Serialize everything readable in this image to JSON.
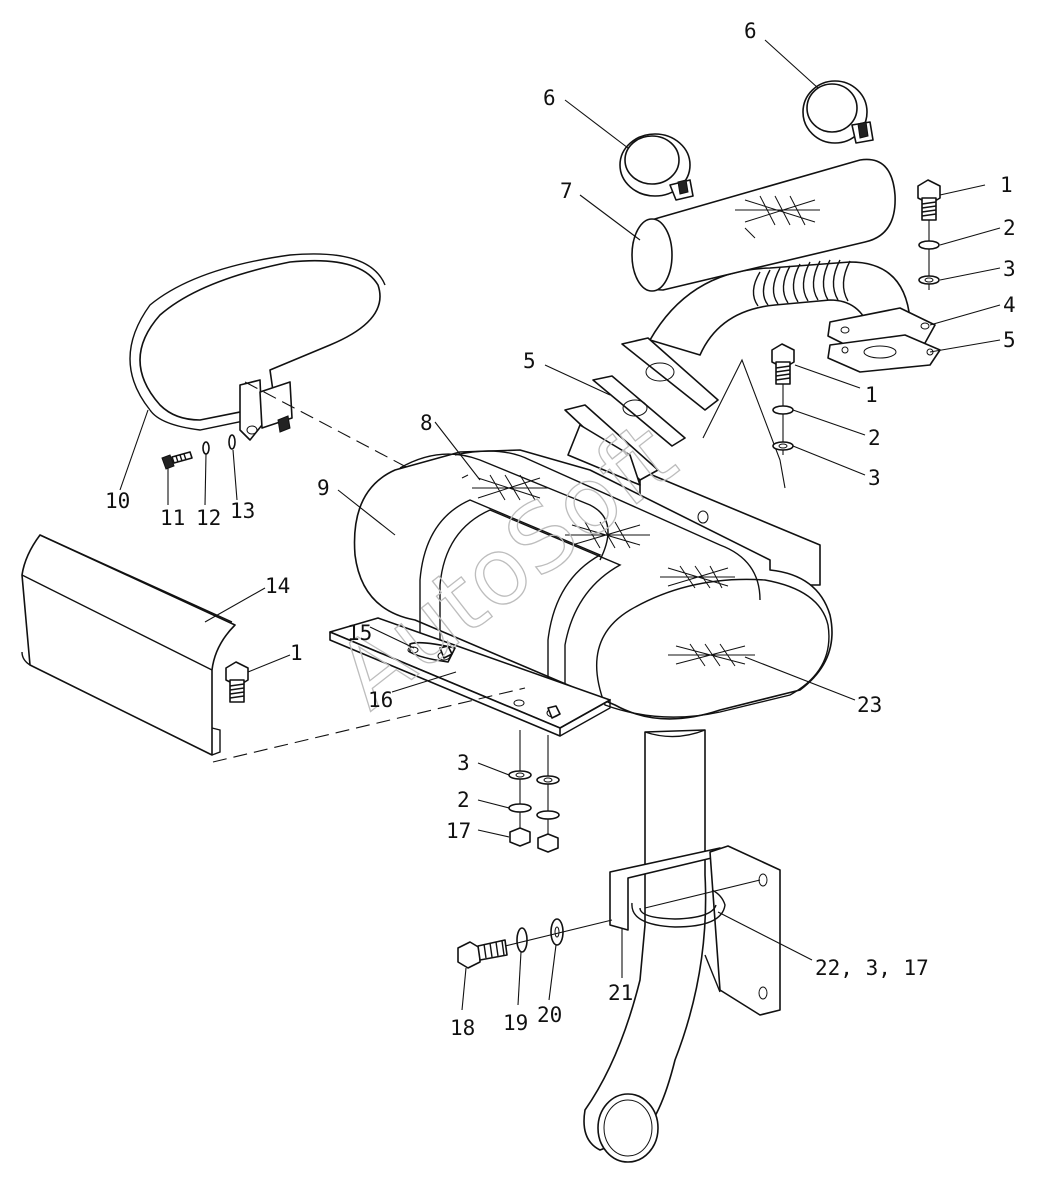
{
  "diagram": {
    "watermark": "AutoSoft",
    "callouts": {
      "c1_top": "1",
      "c2_top": "2",
      "c3_top": "3",
      "c4": "4",
      "c5_right": "5",
      "c6_left": "6",
      "c6_right": "6",
      "c7": "7",
      "c1_mid": "1",
      "c2_mid": "2",
      "c3_mid": "3",
      "c5_left": "5",
      "c8": "8",
      "c9": "9",
      "c10": "10",
      "c11": "11",
      "c12": "12",
      "c13": "13",
      "c14": "14",
      "c1_low": "1",
      "c15": "15",
      "c16": "16",
      "c23": "23",
      "c3_low": "3",
      "c2_low": "2",
      "c17": "17",
      "c18": "18",
      "c19": "19",
      "c20": "20",
      "c21": "21",
      "c22_3_17": "22, 3, 17"
    }
  }
}
